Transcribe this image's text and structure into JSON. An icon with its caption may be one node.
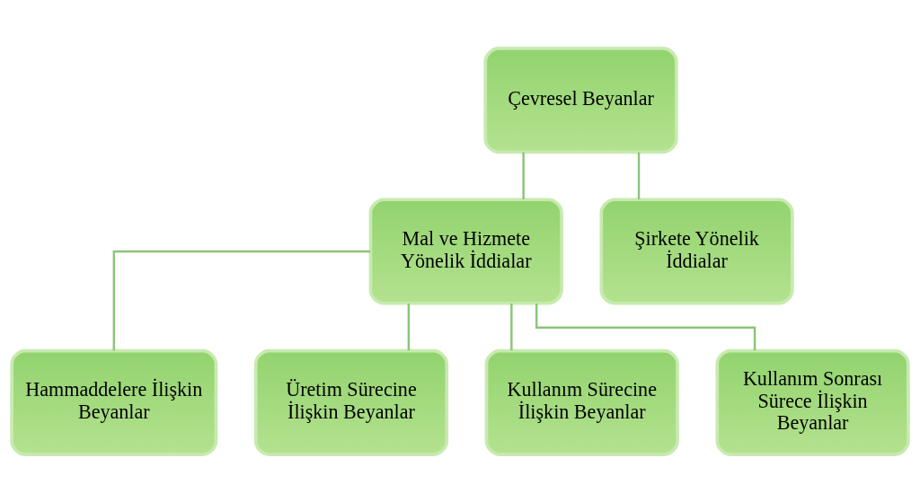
{
  "diagram": {
    "nodes": [
      {
        "text": [
          "Çevresel Beyanlar"
        ]
      },
      {
        "text": [
          "Mal ve Hizmete Yönelik İddialar"
        ]
      },
      {
        "text": [
          "Şirkete Yönelik İddialar"
        ]
      },
      {
        "text": [
          "Hammaddelere İlişkin Beyanlar"
        ]
      },
      {
        "text": [
          "Üretim Sürecine İlişkin Beyanlar"
        ]
      },
      {
        "text": [
          "Kullanım Sürecine İlişkin Beyanlar"
        ]
      },
      {
        "text": [
          "Kullanım Sonrası Sürece İlişkin Beyanlar"
        ]
      }
    ],
    "edges": [
      {
        "from": 0,
        "to": 1,
        "arrow": "none"
      },
      {
        "from": 0,
        "to": 2,
        "arrow": "none"
      },
      {
        "from": 1,
        "to": 3,
        "arrow": "none"
      },
      {
        "from": 1,
        "to": 4,
        "arrow": "none"
      },
      {
        "from": 1,
        "to": 5,
        "arrow": "none"
      },
      {
        "from": 1,
        "to": 6,
        "arrow": "none"
      }
    ]
  }
}
